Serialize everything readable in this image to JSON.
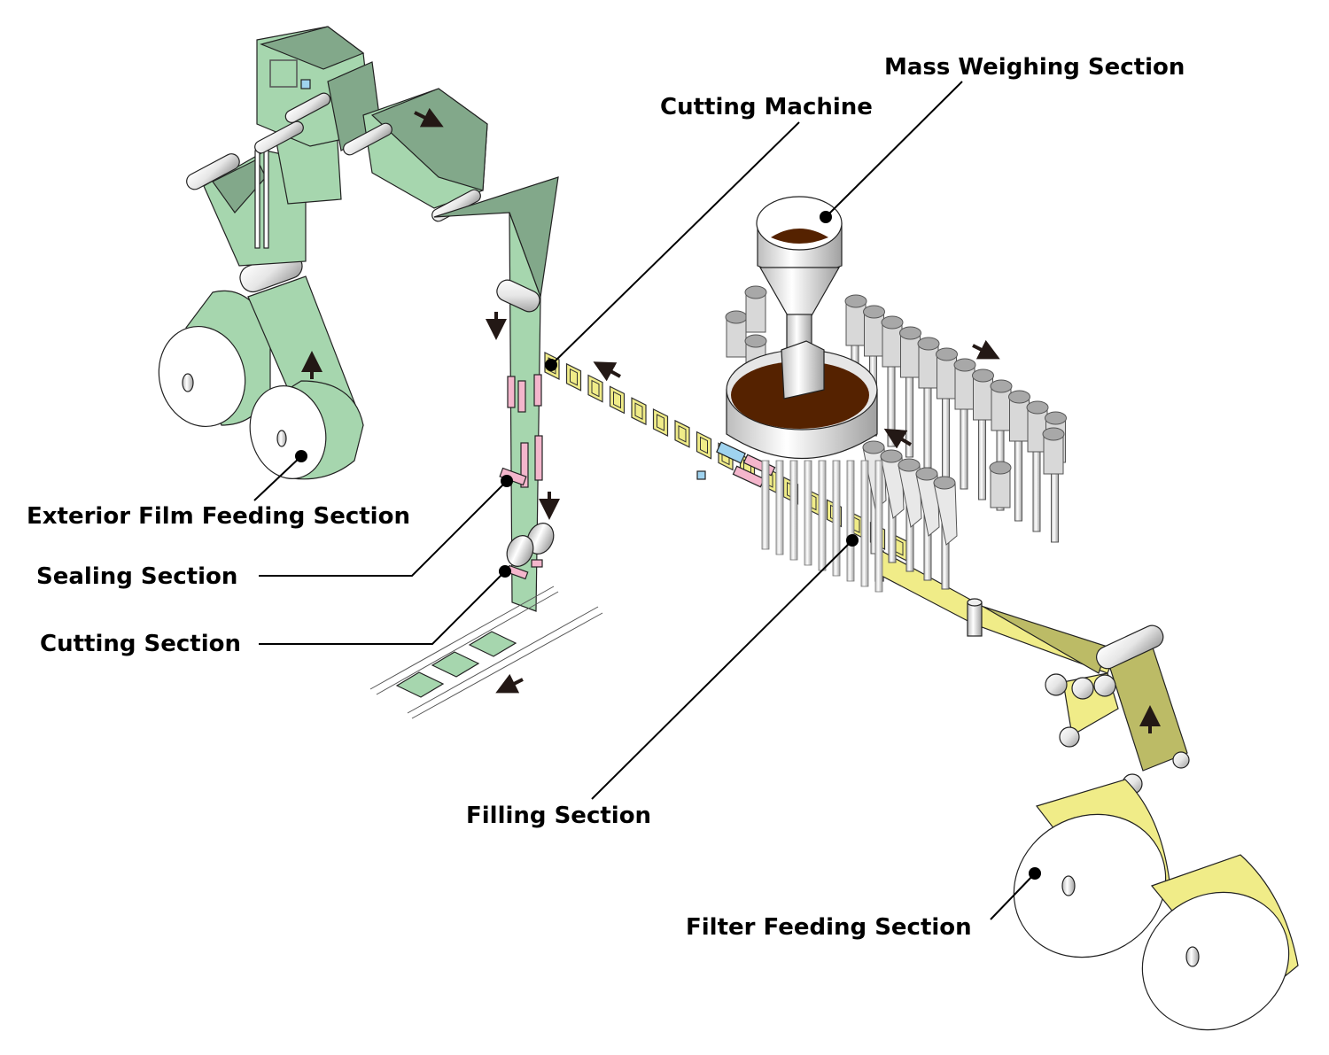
{
  "title": "Tea/Coffee Bag Packaging Machine Process Diagram",
  "colors": {
    "exterior_film": "#a6d6ae",
    "exterior_film_dark": "#82a88a",
    "filter": "#f0ec88",
    "filter_dark": "#bcbb66",
    "sealer": "#f4b6cc",
    "sensor": "#9fd3ef",
    "product": "#552200",
    "metal": "#d8d8d8",
    "metal_top": "#a8a8a8"
  },
  "labels": {
    "mass_weighing": "Mass Weighing Section",
    "cutting_machine": "Cutting Machine",
    "exterior_film_feeding": "Exterior Film Feeding Section",
    "sealing": "Sealing Section",
    "cutting": "Cutting Section",
    "filling": "Filling Section",
    "filter_feeding": "Filter Feeding Section"
  },
  "flow_arrows": [
    {
      "name": "exterior-film-up-arrow",
      "direction": "up"
    },
    {
      "name": "upper-guide-arrow",
      "direction": "down-right"
    },
    {
      "name": "film-down-arrow",
      "direction": "down"
    },
    {
      "name": "film-down-arrow-2",
      "direction": "down"
    },
    {
      "name": "output-conveyor-arrow",
      "direction": "down-left"
    },
    {
      "name": "bag-line-arrow",
      "direction": "up-left"
    },
    {
      "name": "weigher-arrow-back",
      "direction": "down-right"
    },
    {
      "name": "weigher-arrow-front",
      "direction": "up-left"
    },
    {
      "name": "filter-up-arrow",
      "direction": "up"
    }
  ]
}
